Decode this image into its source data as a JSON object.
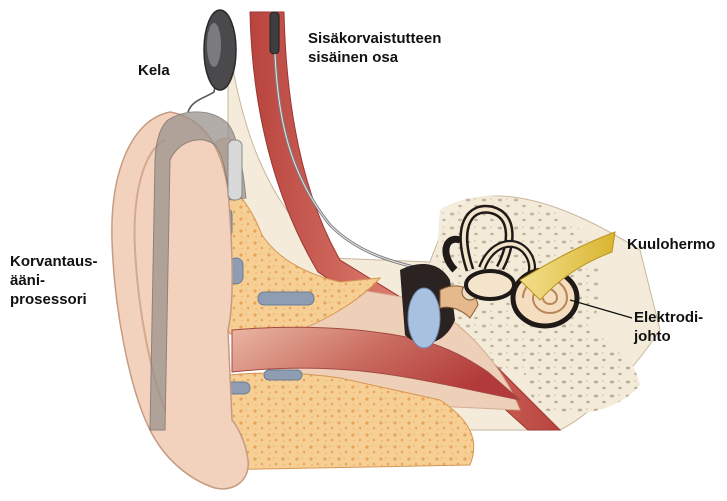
{
  "diagram": {
    "labels": {
      "coil": [
        "Kela"
      ],
      "internal_implant": [
        "Sisäkorvaistutteen",
        "sisäinen osa"
      ],
      "sound_processor": [
        "Korvantaus-",
        "ääni-",
        "prosessori"
      ],
      "auditory_nerve": [
        "Kuulohermo"
      ],
      "electrode_lead": [
        "Elektrodi-",
        "johto"
      ]
    },
    "colors": {
      "skin": "#f1d2bd",
      "skin_edge": "#c9a58f",
      "bone_fill": "#f5c98a",
      "bone_dots": "#e8a255",
      "muscle": "#c8554d",
      "processor_gray": "#8c8480",
      "nerve_yellow": "#e8c84a",
      "eardrum_blue": "#a9c1e0",
      "canal_red": "#c24a4a"
    }
  }
}
